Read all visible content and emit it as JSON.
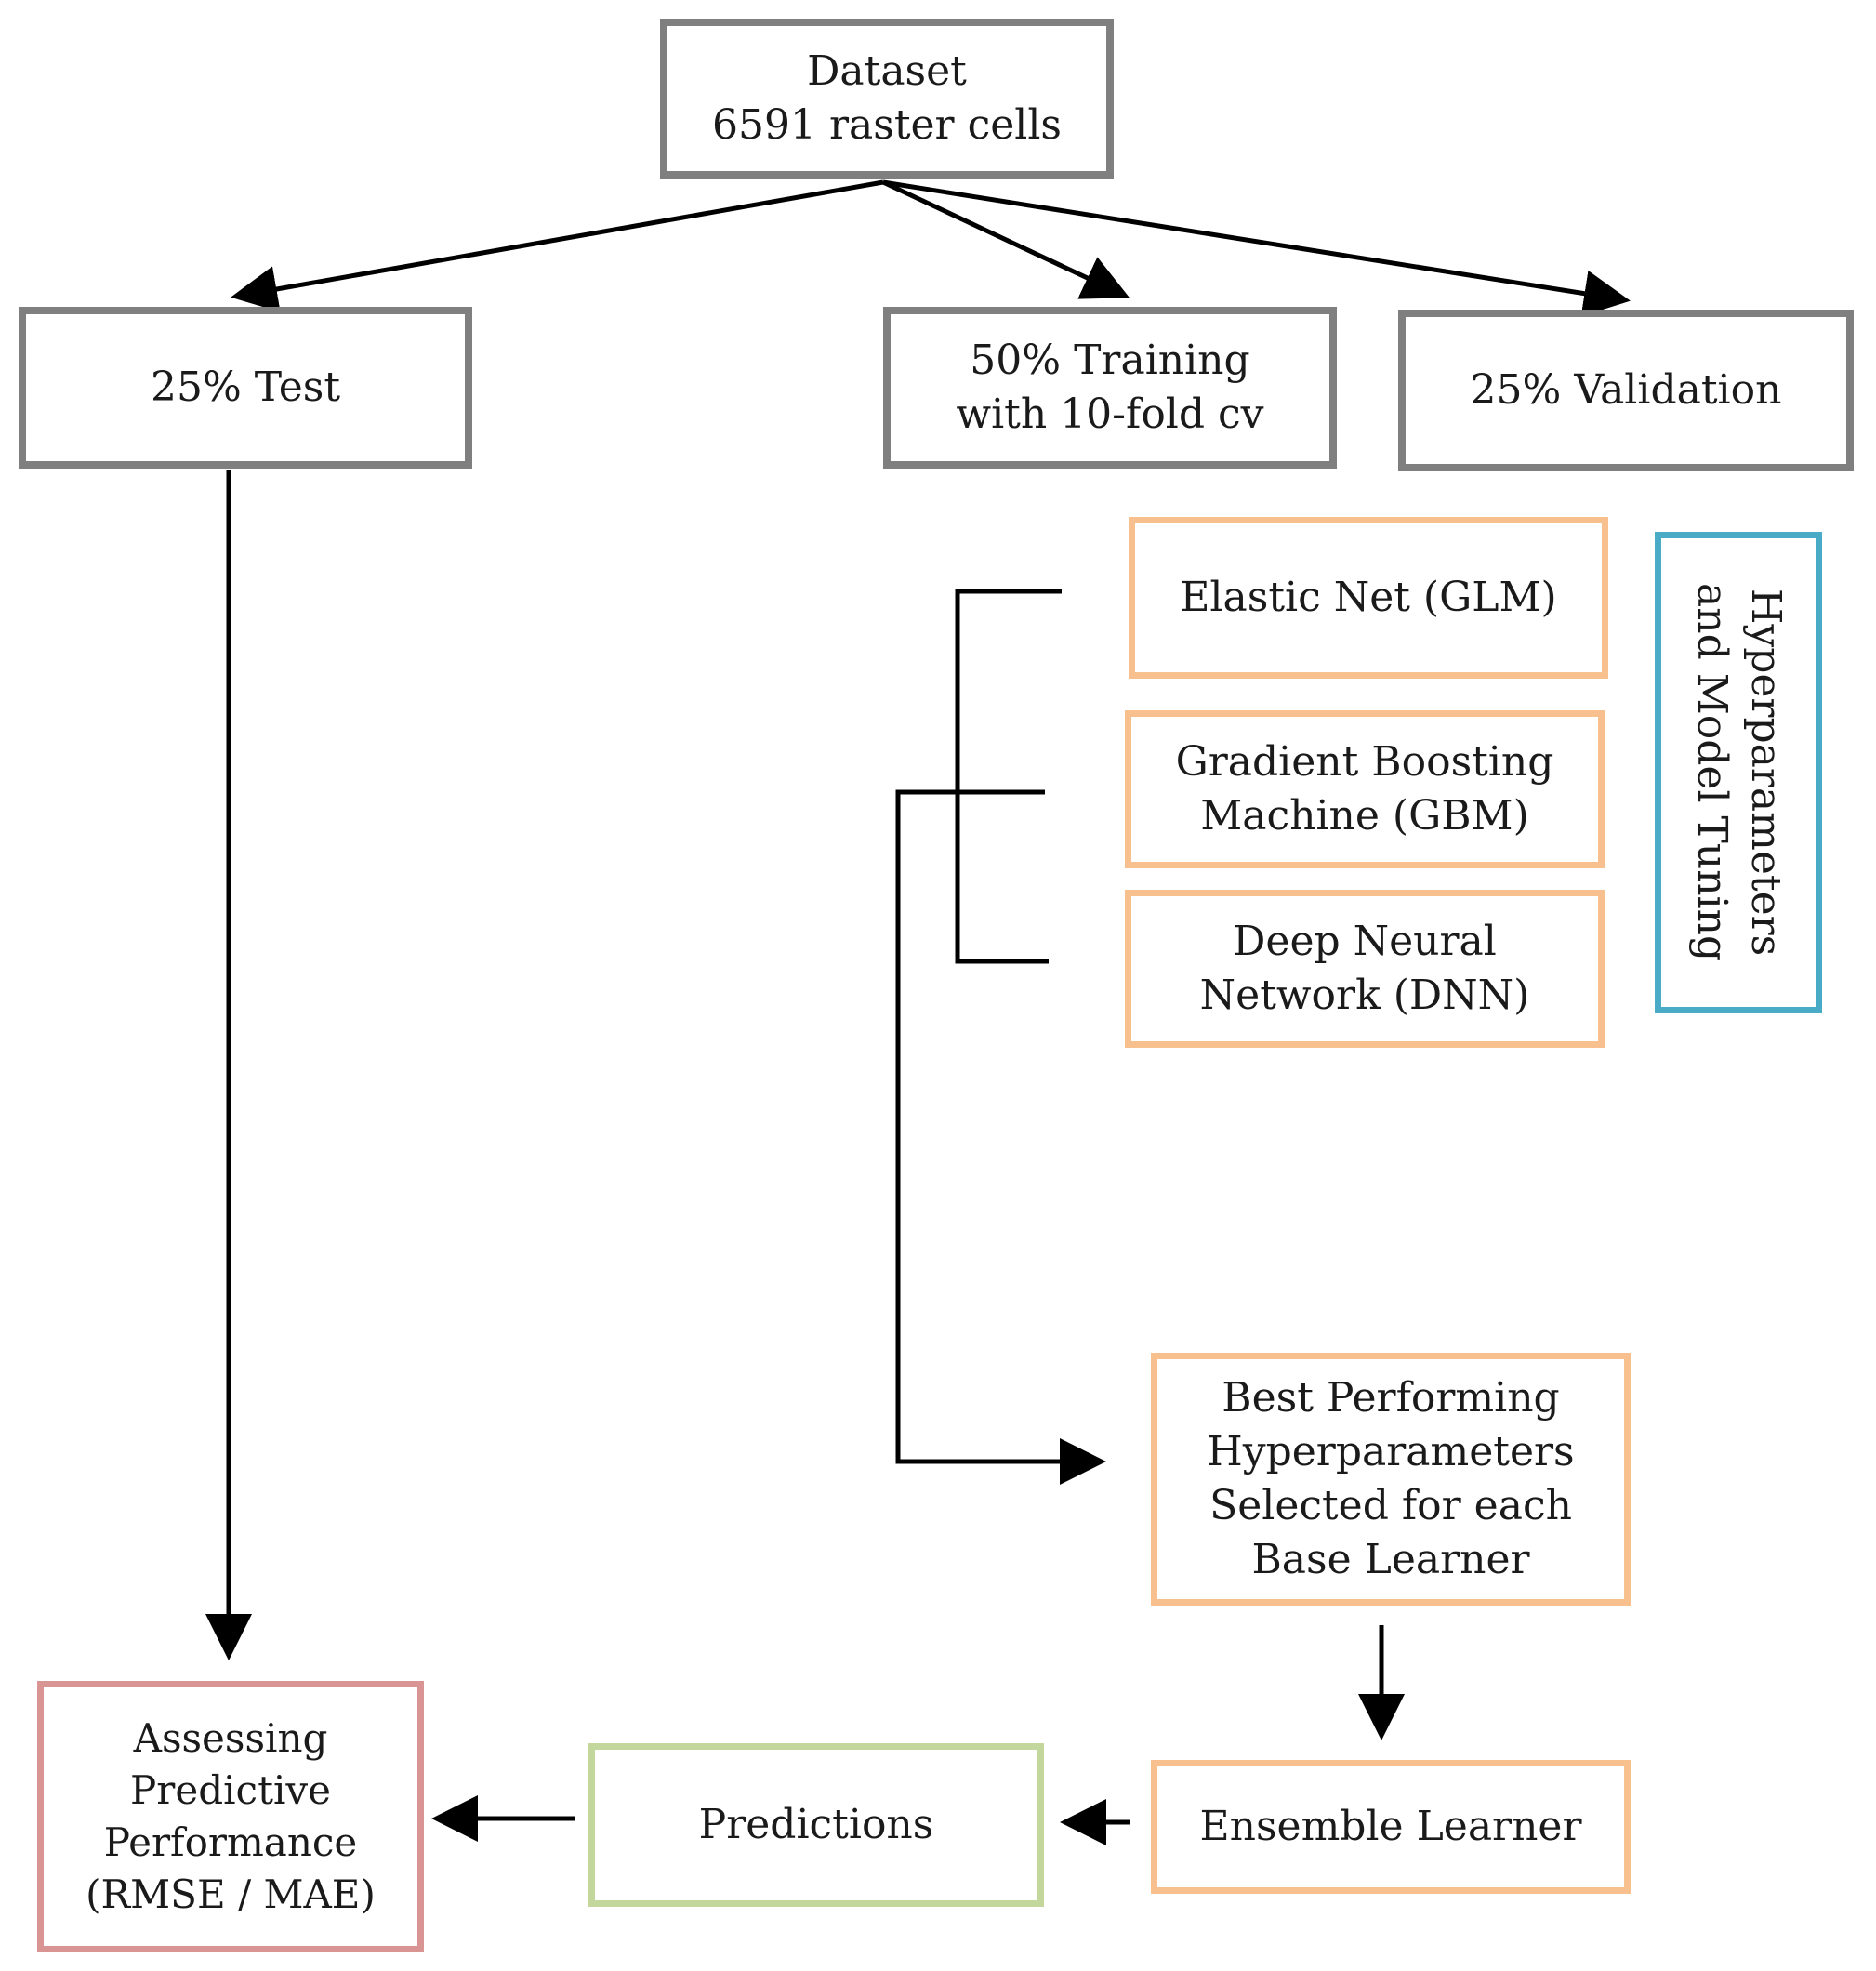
{
  "nodes": {
    "dataset": "Dataset\n6591 raster cells",
    "test": "25% Test",
    "training": "50% Training\nwith 10-fold cv",
    "validation": "25% Validation",
    "glm": "Elastic Net (GLM)",
    "gbm": "Gradient Boosting\nMachine (GBM)",
    "dnn": "Deep Neural\nNetwork (DNN)",
    "tuning": "Hyperparameters\nand Model Tuning",
    "best": "Best Performing\nHyperparameters\nSelected for each\nBase Learner",
    "ensemble": "Ensemble Learner",
    "predictions": "Predictions",
    "assessing": "Assessing\nPredictive\nPerformance\n(RMSE / MAE)"
  },
  "colors": {
    "gray_border": "#7f7f7f",
    "orange_border": "#f8c08e",
    "blue_border": "#4aabc6",
    "red_border": "#d99593",
    "green_border": "#c3d69b",
    "line": "#000000"
  }
}
